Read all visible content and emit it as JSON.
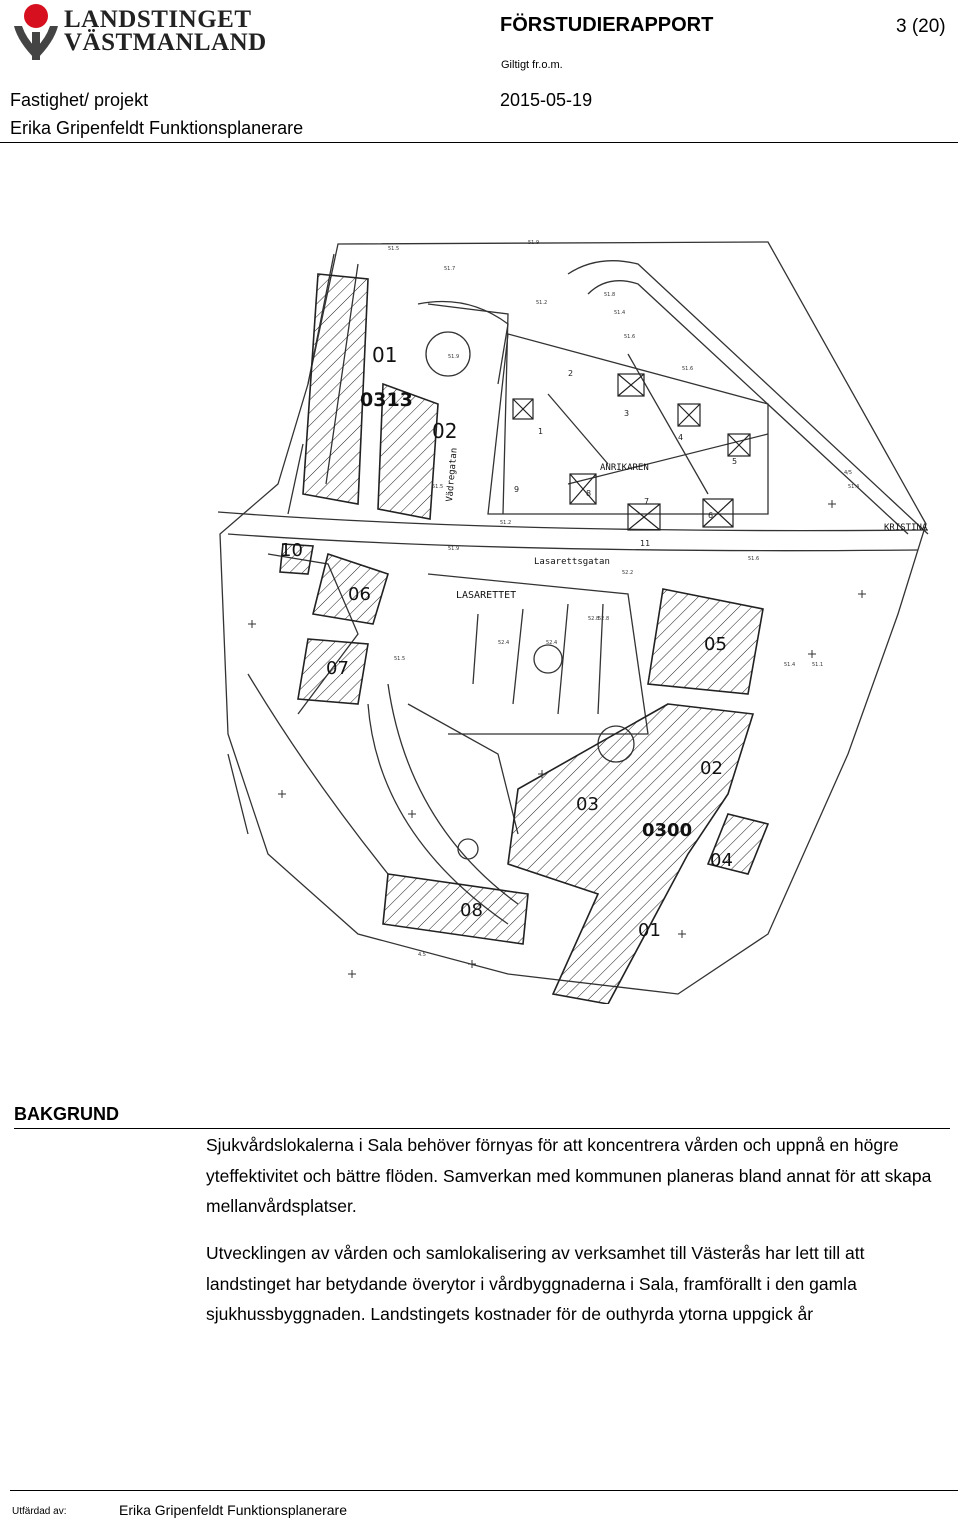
{
  "header": {
    "logo_text": "LANDSTINGET\nVÄSTMANLAND",
    "doc_title": "FÖRSTUDIERAPPORT",
    "page_number": "3 (20)",
    "valid_from_label": "Giltigt fr.o.m.",
    "property_label": "Fastighet/ projekt",
    "author_line": "Erika Gripenfeldt Funktionsplanerare",
    "date": "2015-05-19"
  },
  "map": {
    "street_labels": [
      "Lasarettsgatan",
      "LASARETTET",
      "ANRIKAREN",
      "KRISTINA",
      "Vädregatan"
    ],
    "building_labels": [
      "01",
      "02",
      "0313",
      "10",
      "06",
      "07",
      "05",
      "02",
      "03",
      "0300",
      "04",
      "08",
      "01"
    ],
    "plot_numbers": [
      "2",
      "1",
      "3",
      "4",
      "5",
      "7",
      "6",
      "8",
      "9",
      "11"
    ],
    "elevation_labels": [
      "51.5",
      "51.7",
      "51.9",
      "51.2",
      "51.8",
      "51.4",
      "52.8",
      "51.6",
      "51.9",
      "52.2",
      "51.5",
      "51.6",
      "51.9",
      "51.2",
      "51.4",
      "51.6",
      "51.4",
      "4/5",
      "52.4",
      "52.4",
      "52.8",
      "51.5",
      "51.1",
      "4.5"
    ]
  },
  "body": {
    "section_heading": "BAKGRUND",
    "paragraph1": "Sjukvårdslokalerna i Sala behöver förnyas för att koncentrera vården och uppnå en högre yteffektivitet och bättre flöden. Samverkan med kommunen planeras bland annat för att skapa mellanvårdsplatser.",
    "paragraph2": "Utvecklingen av vården och samlokalisering av verksamhet till Västerås har lett till att landstinget har betydande överytor i vårdbyggnaderna i Sala, framförallt i den gamla sjukhussbyggnaden. Landstingets kostnader för de outhyrda ytorna uppgick år"
  },
  "footer": {
    "issued_by_label": "Utfärdad av:",
    "author": "Erika Gripenfeldt  Funktionsplanerare"
  },
  "colors": {
    "logo_red": "#d6101f",
    "text": "#000000"
  }
}
